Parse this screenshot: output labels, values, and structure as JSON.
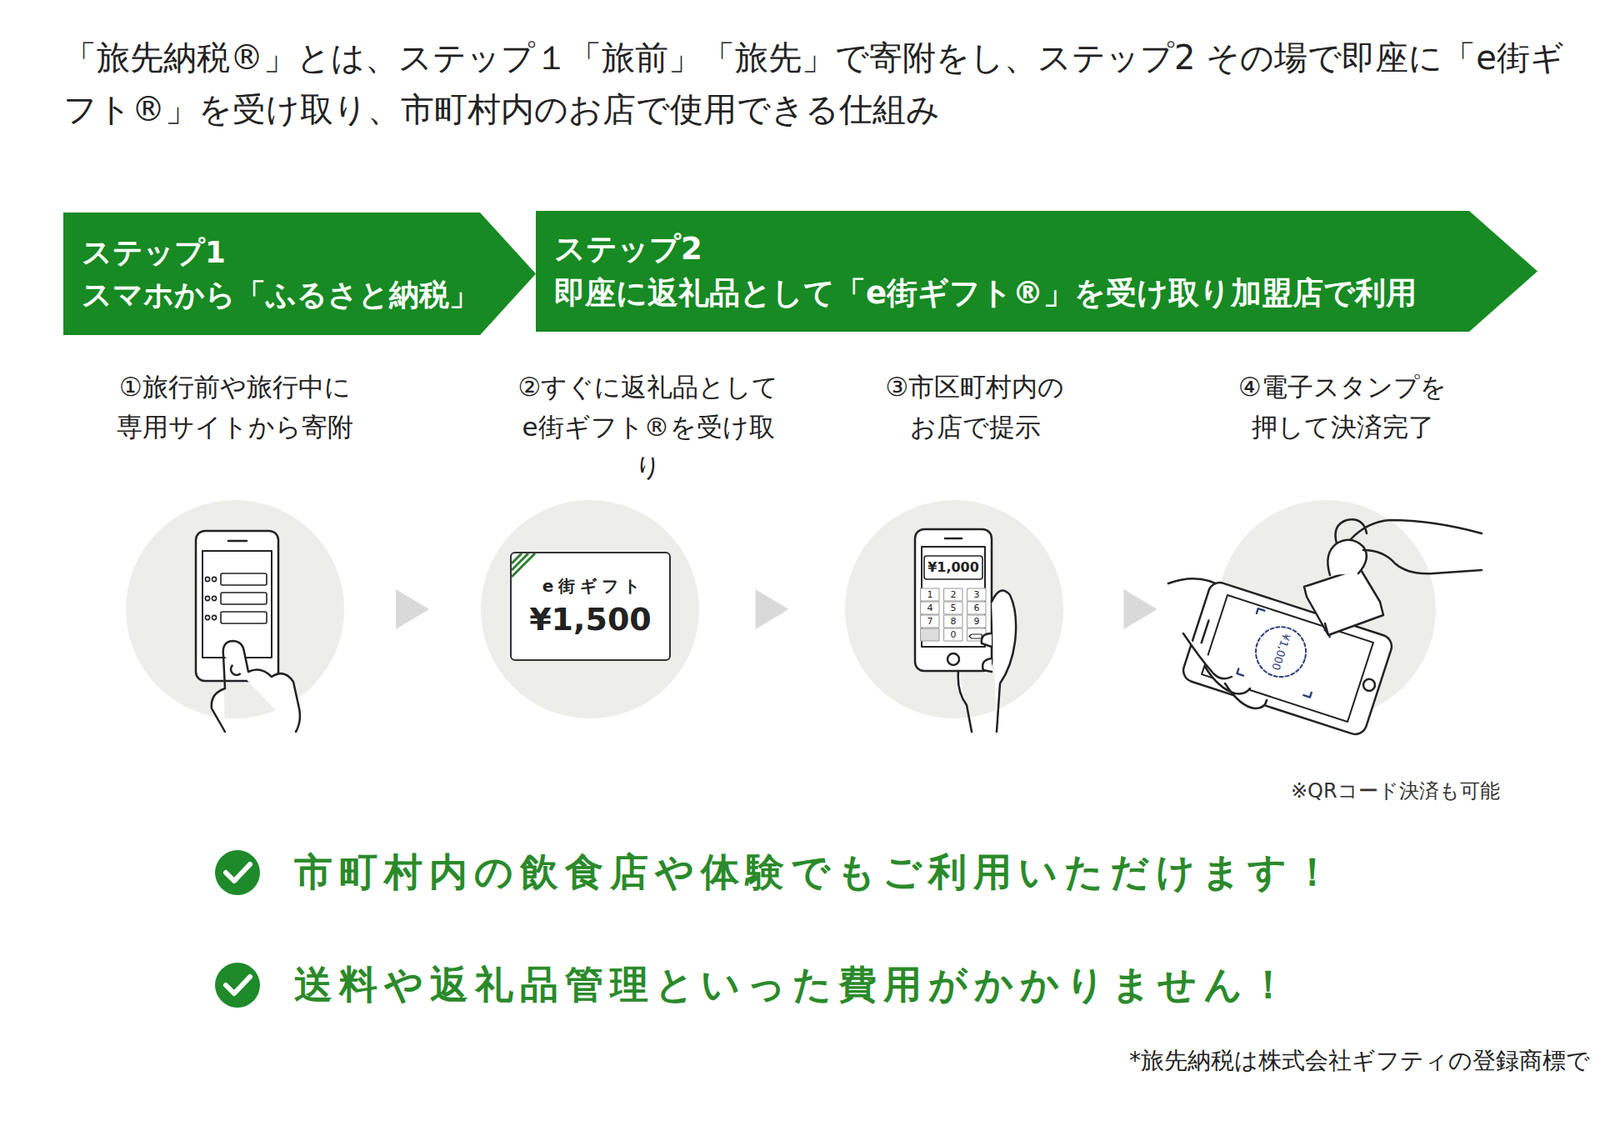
{
  "diagram": {
    "title": "「旅先納税®」とは、ステップ１「旅前」「旅先」で寄附をし、ステップ2 その場で即座に「e街ギフト®」を受け取り、市町村内のお店で使用できる仕組み",
    "nodes": [
      {
        "text": [
          "ステップ1",
          "スマホから「ふるさと納税」"
        ]
      },
      {
        "text": [
          "ステップ2",
          "即座に返礼品として「e街ギフト®」を受け取り加盟店で利用"
        ]
      },
      {
        "text": [
          "①旅行前や旅行中に 専用サイトから寄附"
        ]
      },
      {
        "text": [
          "②すぐに返礼品として e街ギフト®を受け取り"
        ]
      },
      {
        "text": [
          "e街ギフト",
          "¥1,500"
        ],
        "in": 3
      },
      {
        "text": [
          "③市区町村内の お店で提示"
        ]
      },
      {
        "text": [
          "④電子スタンプを 押して決済完了"
        ]
      }
    ],
    "edges": [
      {
        "from": 2,
        "to": 3,
        "arrow": "to"
      },
      {
        "from": 3,
        "to": 5,
        "arrow": "to"
      },
      {
        "from": 5,
        "to": 6,
        "arrow": "to"
      }
    ],
    "labels": [
      "¥1,000",
      "1",
      "2",
      "3",
      "4",
      "5",
      "6",
      "7",
      "8",
      "9",
      "0",
      "¥1,000",
      "※QRコード決済も可能",
      "市町村内の飲食店や体験でもご利用いただけます！",
      "送料や返礼品管理といった費用がかかりません！",
      "*旅先納税は株式会社ギフティの登録商標で"
    ]
  }
}
